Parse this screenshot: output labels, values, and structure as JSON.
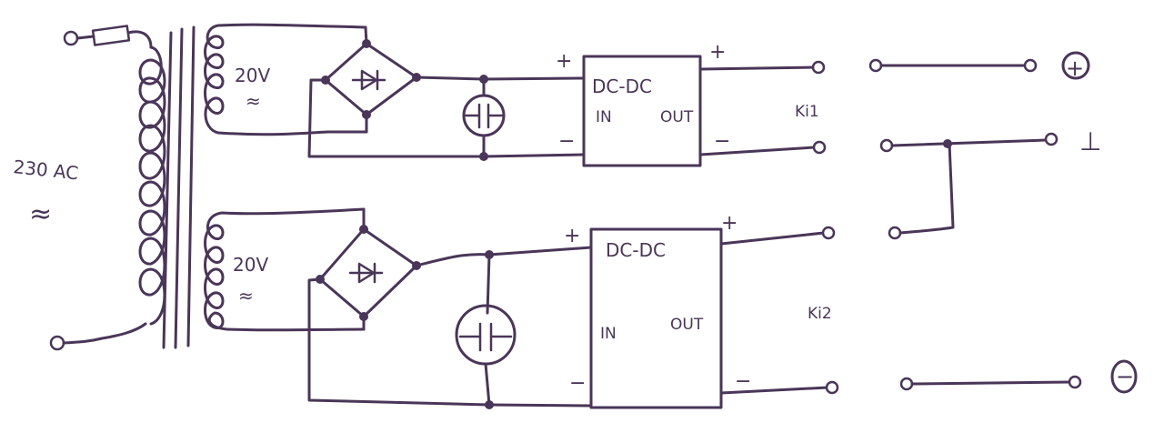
{
  "primary": {
    "voltage_label": "230 AC",
    "ac_symbol": "≈"
  },
  "secondary_1": {
    "voltage_label": "20V",
    "ac_symbol": "≈"
  },
  "secondary_2": {
    "voltage_label": "20V",
    "ac_symbol": "≈"
  },
  "converter_1": {
    "title": "DC-DC",
    "in_label": "IN",
    "out_label": "OUT",
    "in_plus": "+",
    "in_minus": "−",
    "out_plus": "+",
    "out_minus": "−",
    "connector_label": "Ki1"
  },
  "converter_2": {
    "title": "DC-DC",
    "in_label": "IN",
    "out_label": "OUT",
    "in_plus": "+",
    "in_minus": "−",
    "out_plus": "+",
    "out_minus": "−",
    "connector_label": "Ki2"
  },
  "outputs": {
    "positive": "+",
    "ground": "⊥",
    "negative": "−"
  },
  "colors": {
    "ink": "#4a3658",
    "paper": "#ffffff"
  }
}
